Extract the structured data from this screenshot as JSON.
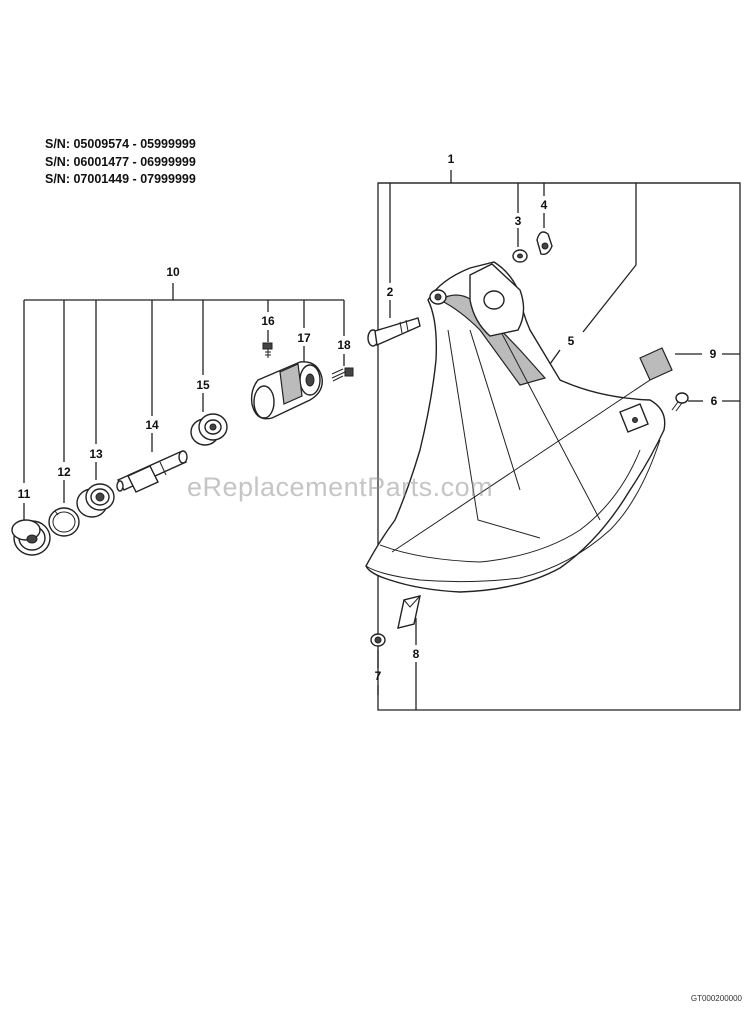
{
  "serial_numbers": [
    "S/N: 05009574 - 05999999",
    "S/N: 06001477 - 06999999",
    "S/N: 07001449 - 07999999"
  ],
  "callouts": [
    "1",
    "2",
    "3",
    "4",
    "5",
    "6",
    "7",
    "8",
    "9",
    "10",
    "11",
    "12",
    "13",
    "14",
    "15",
    "16",
    "17",
    "18"
  ],
  "watermark": "eReplacementParts.com",
  "drawing_code": "GT000200000"
}
